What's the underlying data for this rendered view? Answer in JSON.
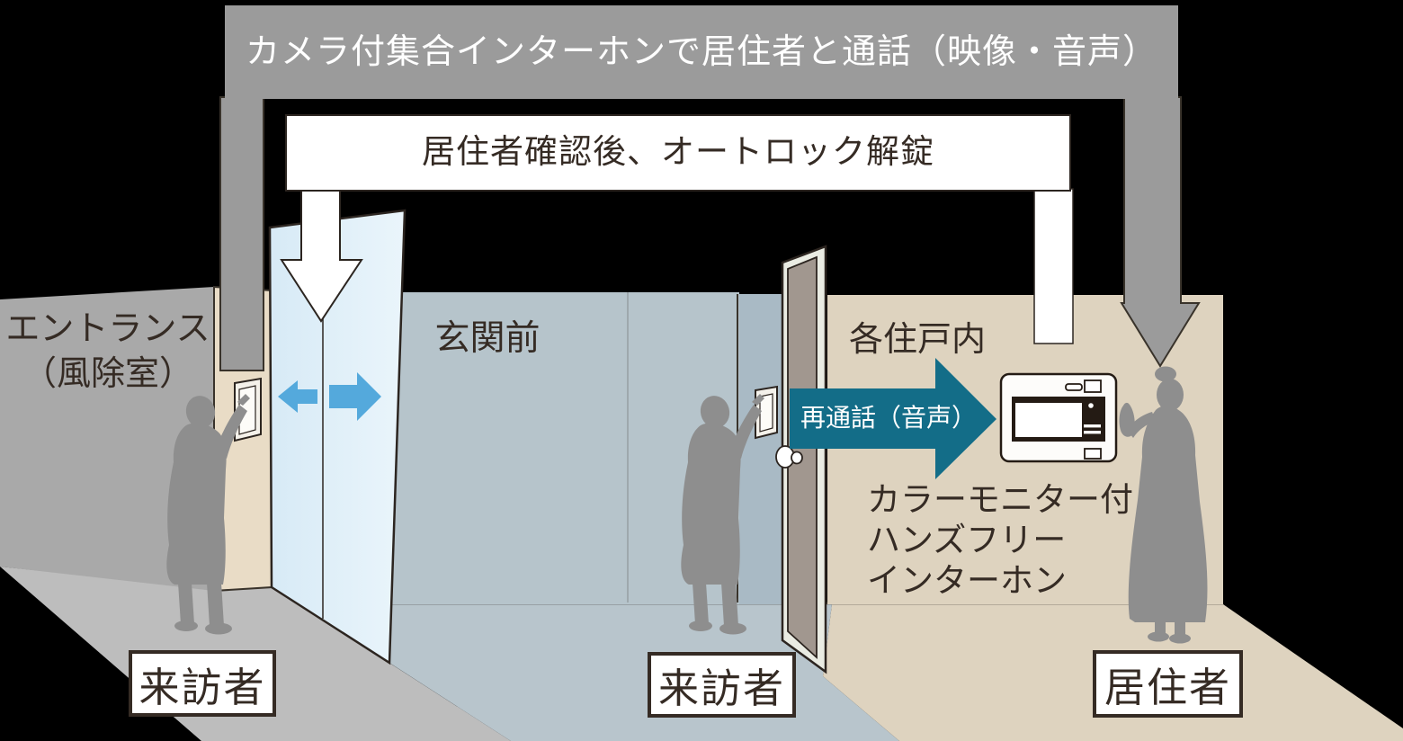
{
  "top_banner": {
    "text": "カメラ付集合インターホンで居住者と通話（映像・音声）"
  },
  "unlock_banner": {
    "text": "居住者確認後、オートロック解錠"
  },
  "areas": {
    "entrance": {
      "label_line1": "エントランス",
      "label_line2": "（風除室）",
      "person_label": "来訪者"
    },
    "front_door": {
      "label": "玄関前",
      "person_label": "来訪者"
    },
    "unit": {
      "label": "各住戸内",
      "person_label": "居住者",
      "device_caption_line1": "カラーモニター付",
      "device_caption_line2": "ハンズフリー",
      "device_caption_line3": "インターホン"
    }
  },
  "recall_arrow": {
    "text": "再通話（音声）"
  },
  "colors": {
    "flow_gray": "#9b9b9b",
    "teal_arrow": "#136d88",
    "door_open_blue": "#54a9dc",
    "entrance_wall": "#a9a9a9",
    "entrance_pillar": "#e9dcc6",
    "genkan_wall": "#b6c4cb",
    "unit_wall": "#ded3bf",
    "sliding_door": "#ddeef8",
    "door_panel": "#a1978f",
    "silhouette": "#8e8e8e",
    "outline": "#352b24"
  }
}
